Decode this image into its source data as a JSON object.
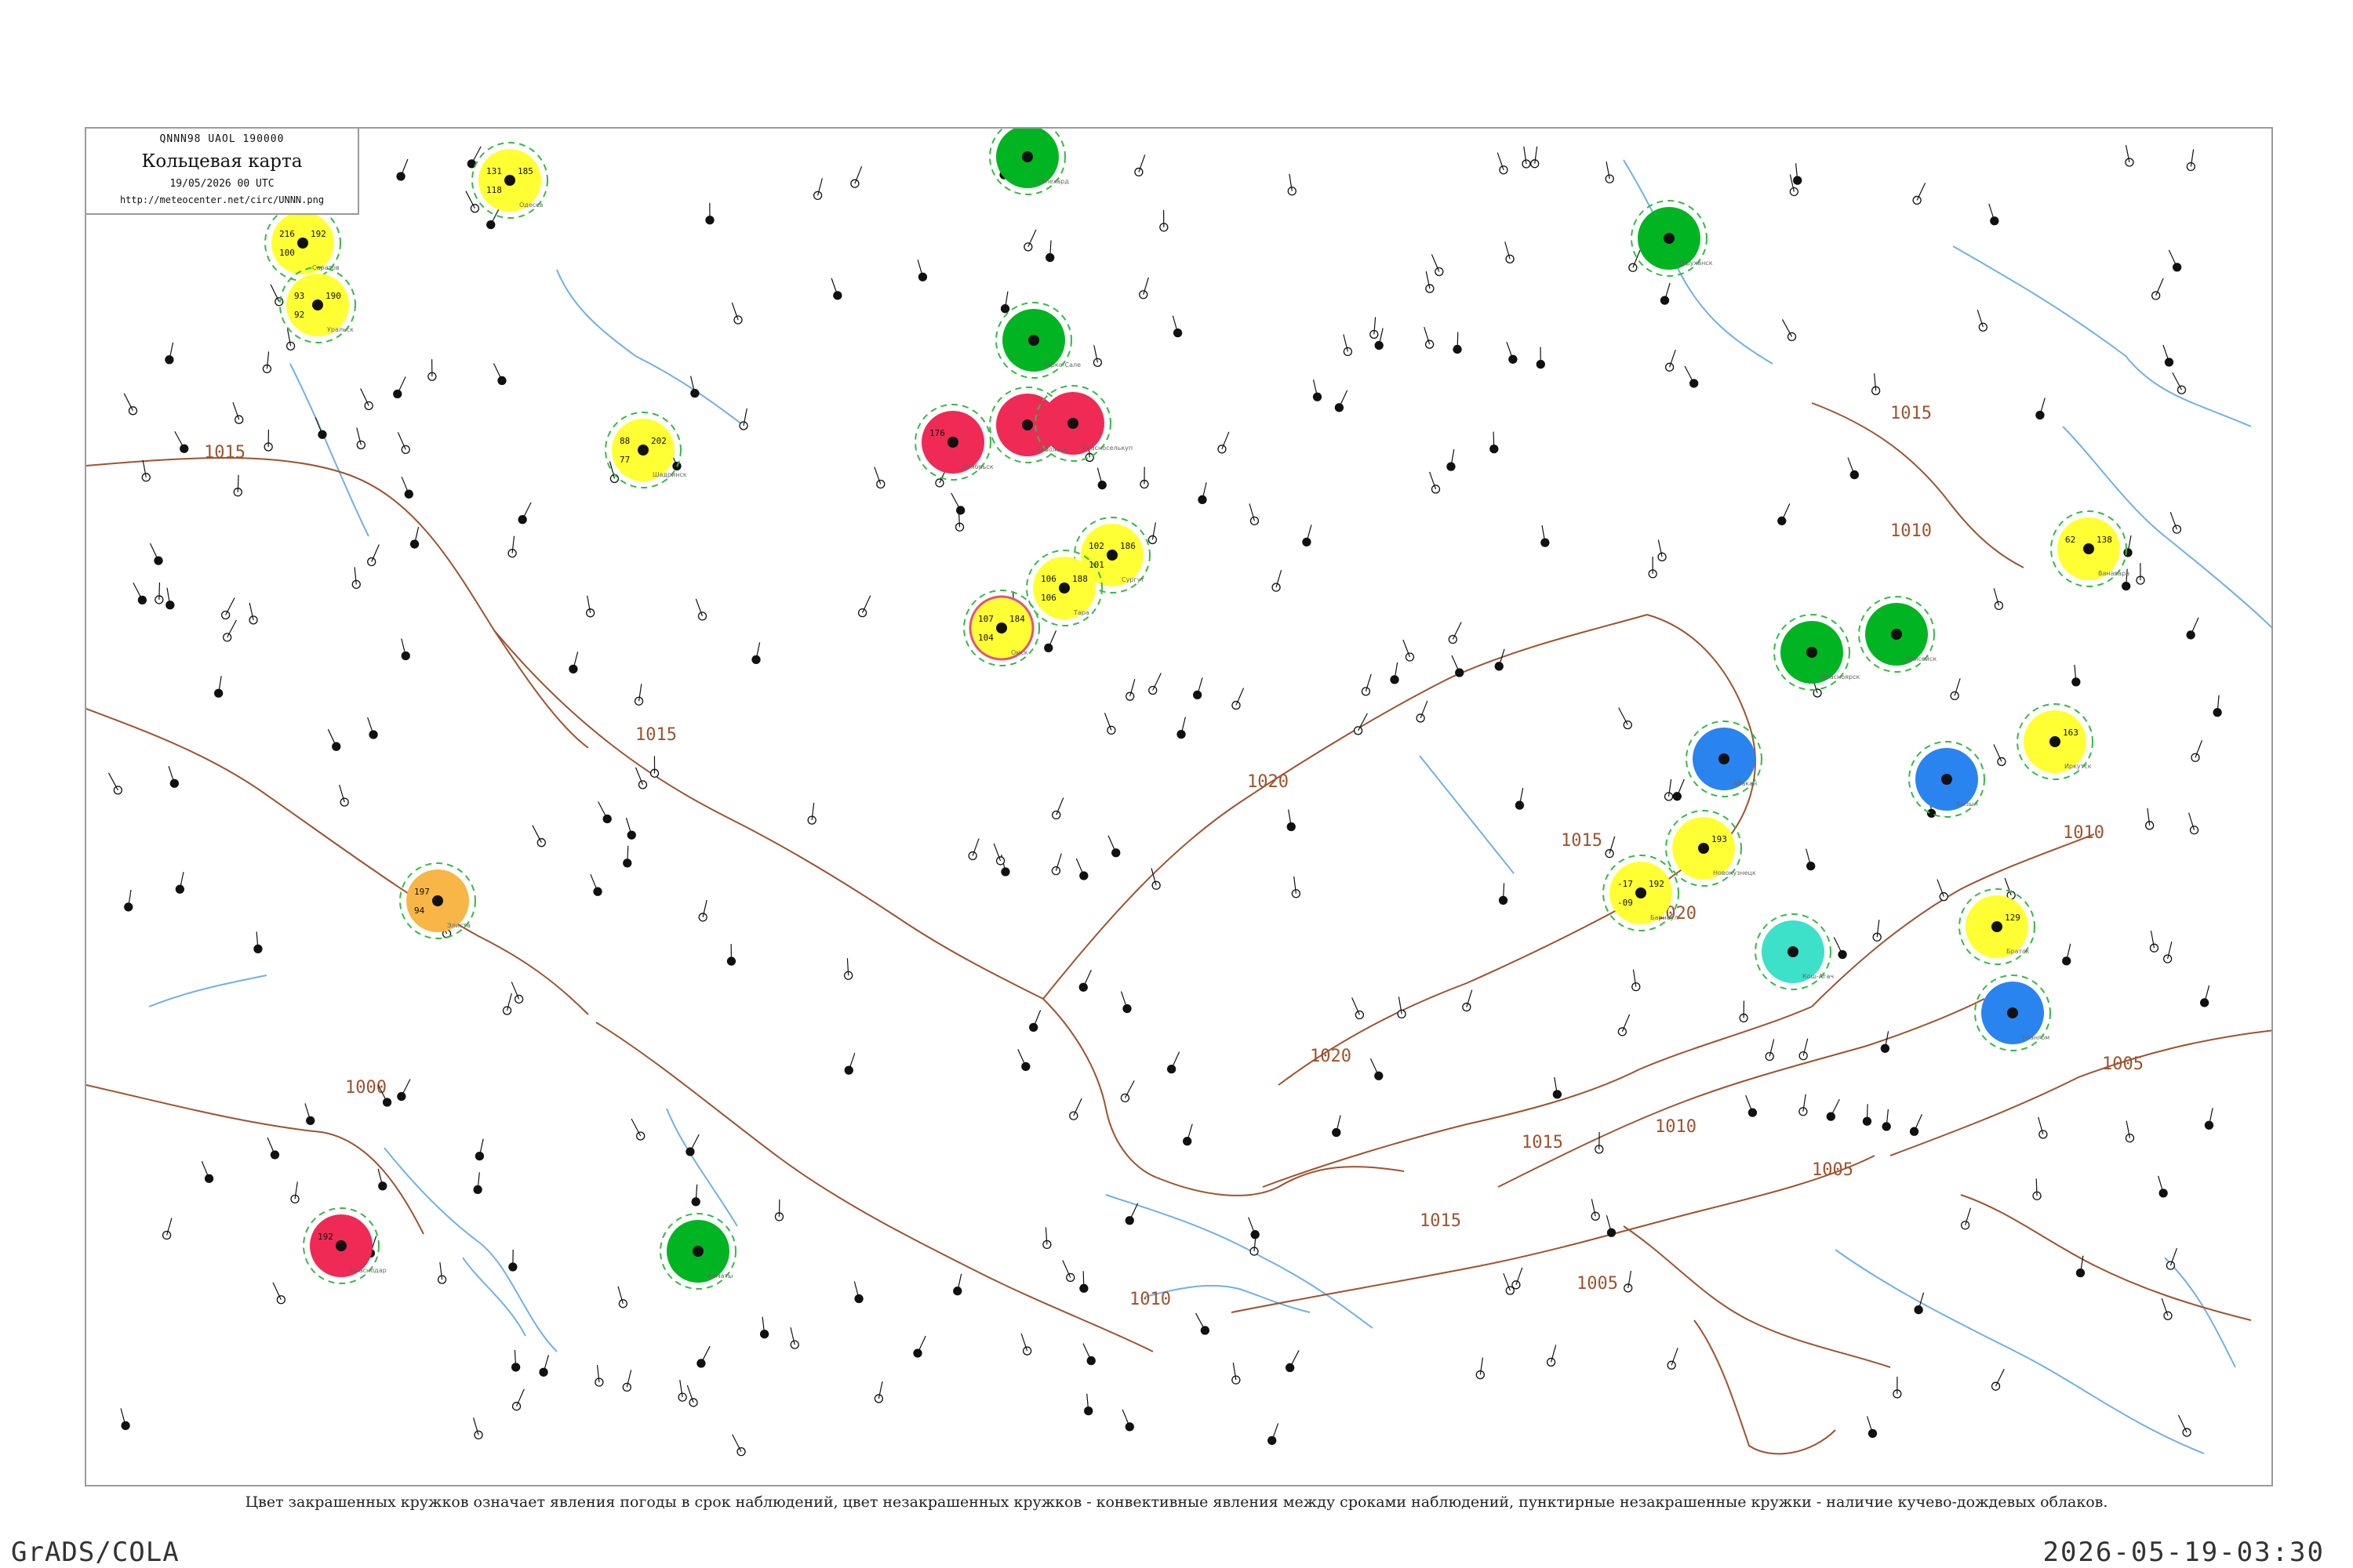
{
  "header": {
    "code_line": "QNNN98  UAOL  190000",
    "title": "Кольцевая карта",
    "datetime": "19/05/2026 00 UTC",
    "url": "http://meteocenter.net/circ/UNNN.png"
  },
  "footer": {
    "note": "Цвет закрашенных кружков означает явления погоды в срок наблюдений, цвет незакрашенных кружков - конвективные явления между сроками наблюдений, пунктирные незакрашенные кружки - наличие кучево-дождевых облаков.",
    "software": "GrADS/COLA",
    "timestamp": "2026-05-19-03:30"
  },
  "colors": {
    "isobar": "#a0522d",
    "river": "#6fb1e8",
    "yellow": "#ffff33",
    "orange": "#f7b646",
    "red": "#ef2a55",
    "green": "#00b521",
    "blue": "#2a84ef",
    "cyan": "#3de0c8",
    "dashed_green": "#33bb44",
    "pink_ring": "#e0557f"
  },
  "isobar_labels": [
    "1015",
    "1015",
    "1000",
    "1015",
    "1020",
    "1020",
    "1015",
    "1010",
    "1010",
    "1005",
    "1020",
    "1010",
    "1015",
    "1010",
    "1005",
    "1005",
    "1015"
  ],
  "stations": [
    {
      "t": "131",
      "p": "185",
      "d": "118",
      "name": "Одесса",
      "fill": "yellow",
      "ring": null
    },
    {
      "t": "216",
      "p": "192",
      "d": "100",
      "name": "Саратов",
      "fill": "yellow",
      "ring": null
    },
    {
      "t": "93",
      "p": "190",
      "d": "92",
      "name": "Уральск",
      "fill": "yellow",
      "ring": null
    },
    {
      "t": "88",
      "p": "202",
      "d": "77",
      "name": "Шадринск",
      "fill": "yellow",
      "ring": null
    },
    {
      "t": "102",
      "p": "186",
      "d": "101",
      "name": "Сургут",
      "fill": "yellow",
      "ring": null
    },
    {
      "t": "106",
      "p": "188",
      "d": "106",
      "name": "Тара",
      "fill": "yellow",
      "ring": null
    },
    {
      "t": "107",
      "p": "184",
      "d": "104",
      "name": "Омск",
      "fill": "yellow",
      "ring": "pink"
    },
    {
      "t": "197",
      "p": "",
      "d": "94",
      "name": "Элиста",
      "fill": "orange",
      "ring": null
    },
    {
      "t": "192",
      "p": "",
      "d": "",
      "name": "Краснодар",
      "fill": "red",
      "ring": null
    },
    {
      "t": "176",
      "p": "",
      "d": "",
      "name": "Ноябрьск",
      "fill": "red",
      "ring": null
    },
    {
      "t": "",
      "p": "",
      "d": "",
      "name": "Тобольск",
      "fill": "red",
      "ring": null
    },
    {
      "t": "",
      "p": "",
      "d": "",
      "name": "Красноселькуп",
      "fill": "red",
      "ring": null
    },
    {
      "t": "",
      "p": "",
      "d": "",
      "name": "Салехард",
      "fill": "green",
      "ring": null
    },
    {
      "t": "",
      "p": "",
      "d": "",
      "name": "Тарко-Сале",
      "fill": "green",
      "ring": null
    },
    {
      "t": "",
      "p": "",
      "d": "",
      "name": "Алматы",
      "fill": "green",
      "ring": null
    },
    {
      "t": "",
      "p": "",
      "d": "",
      "name": "Туруханск",
      "fill": "green",
      "ring": null
    },
    {
      "t": "",
      "p": "",
      "d": "",
      "name": "Енисейск",
      "fill": "green",
      "ring": null
    },
    {
      "t": "",
      "p": "",
      "d": "",
      "name": "Красноярск",
      "fill": "green",
      "ring": null
    },
    {
      "t": "",
      "p": "",
      "d": "",
      "name": "Абакан",
      "fill": "blue",
      "ring": null
    },
    {
      "t": "",
      "p": "",
      "d": "",
      "name": "Кызыл",
      "fill": "blue",
      "ring": null
    },
    {
      "t": "",
      "p": "",
      "d": "",
      "name": "Улангом",
      "fill": "blue",
      "ring": null
    },
    {
      "t": "",
      "p": "",
      "d": "",
      "name": "Кош-Агач",
      "fill": "cyan",
      "ring": null
    },
    {
      "t": "-17",
      "p": "192",
      "d": "-09",
      "name": "Барнаул",
      "fill": "yellow",
      "ring": null
    },
    {
      "t": "",
      "p": "163",
      "d": "",
      "name": "Иркутск",
      "fill": "yellow",
      "ring": null
    },
    {
      "t": "",
      "p": "193",
      "d": "",
      "name": "Новокузнецк",
      "fill": "yellow",
      "ring": null
    },
    {
      "t": "",
      "p": "129",
      "d": "",
      "name": "Братск",
      "fill": "yellow",
      "ring": null
    },
    {
      "t": "62",
      "p": "138",
      "d": "",
      "name": "Ванавара",
      "fill": "yellow",
      "ring": null
    }
  ]
}
